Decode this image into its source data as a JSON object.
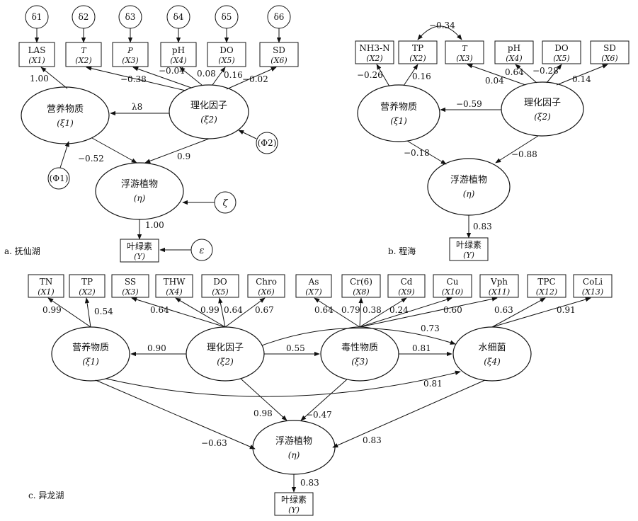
{
  "panels": {
    "a": {
      "caption": "a. 抚仙湖",
      "errors": [
        "δ1",
        "δ2",
        "δ3",
        "δ4",
        "δ5",
        "δ6"
      ],
      "indicators": [
        {
          "label": "LAS",
          "sub": "(X1)"
        },
        {
          "label": "T",
          "sub": "(X2)"
        },
        {
          "label": "P",
          "sub": "(X3)"
        },
        {
          "label": "pH",
          "sub": "(X4)"
        },
        {
          "label": "DO",
          "sub": "(X5)"
        },
        {
          "label": "SD",
          "sub": "(X6)"
        }
      ],
      "loadings": [
        "1.00",
        "−0.38",
        "−0.04",
        "0.08",
        "0.16",
        "−0.02"
      ],
      "latents": [
        {
          "label": "营养物质",
          "sub": "(ξ1)"
        },
        {
          "label": "理化因子",
          "sub": "(ξ2)"
        },
        {
          "label": "浮游植物",
          "sub": "(η)"
        }
      ],
      "path_lambda": "λ8",
      "path_e1_eta": "−0.52",
      "path_e2_eta": "0.9",
      "phi1": "(Φ1)",
      "phi2": "(Φ2)",
      "zeta": "ζ",
      "eta_y": "1.00",
      "epsilon": "ε",
      "chl": {
        "label": "叶绿素",
        "sub": "(Y)"
      }
    },
    "b": {
      "caption": "b. 程海",
      "corr": "−0.34",
      "indicators": [
        {
          "label": "NH3-N",
          "sub": "(X2)"
        },
        {
          "label": "TP",
          "sub": "(X2)"
        },
        {
          "label": "T",
          "sub": "(X3)"
        },
        {
          "label": "pH",
          "sub": "(X4)"
        },
        {
          "label": "DO",
          "sub": "(X5)"
        },
        {
          "label": "SD",
          "sub": "(X6)"
        }
      ],
      "loadings": [
        "−0.26",
        "0.16",
        "0.04",
        "0.64",
        "−0.28",
        "0.14"
      ],
      "latents": [
        {
          "label": "营养物质",
          "sub": "(ξ1)"
        },
        {
          "label": "理化因子",
          "sub": "(ξ2)"
        },
        {
          "label": "浮游植物",
          "sub": "(η)"
        }
      ],
      "path_e2_e1": "−0.59",
      "path_e1_eta": "−0.18",
      "path_e2_eta": "−0.88",
      "eta_y": "0.83",
      "chl": {
        "label": "叶绿素",
        "sub": "(Y)"
      }
    },
    "c": {
      "caption": "c. 异龙湖",
      "indicators": [
        {
          "label": "TN",
          "sub": "(X1)"
        },
        {
          "label": "TP",
          "sub": "(X2)"
        },
        {
          "label": "SS",
          "sub": "(X3)"
        },
        {
          "label": "THW",
          "sub": "(X4)"
        },
        {
          "label": "DO",
          "sub": "(X5)"
        },
        {
          "label": "Chro",
          "sub": "(X6)"
        },
        {
          "label": "As",
          "sub": "(X7)"
        },
        {
          "label": "Cr(6)",
          "sub": "(X8)"
        },
        {
          "label": "Cd",
          "sub": "(X9)"
        },
        {
          "label": "Cu",
          "sub": "(X10)"
        },
        {
          "label": "Vph",
          "sub": "(X11)"
        },
        {
          "label": "TPC",
          "sub": "(X12)"
        },
        {
          "label": "CoLi",
          "sub": "(X13)"
        }
      ],
      "loadings": [
        "0.99",
        "0.54",
        "0.64",
        "0.99",
        "0.64",
        "0.67",
        "0.64",
        "0.79",
        "0.38",
        "0.24",
        "0.60",
        "0.63",
        "0.91"
      ],
      "latents": [
        {
          "label": "营养物质",
          "sub": "(ξ1)"
        },
        {
          "label": "理化因子",
          "sub": "(ξ2)"
        },
        {
          "label": "毒性物质",
          "sub": "(ξ3)"
        },
        {
          "label": "水细菌",
          "sub": "(ξ4)"
        },
        {
          "label": "浮游植物",
          "sub": "(η)"
        }
      ],
      "path_e2_e1": "0.90",
      "path_e2_e3": "0.55",
      "path_e2_e4": "0.73",
      "path_e3_e4": "0.81",
      "path_e1_e4": "0.81",
      "path_e2_eta": "0.98",
      "path_e3_eta": "−0.47",
      "path_e1_eta": "−0.63",
      "path_e4_eta": "0.83",
      "eta_y": "0.83",
      "chl": {
        "label": "叶绿素",
        "sub": "(Y)"
      }
    }
  }
}
